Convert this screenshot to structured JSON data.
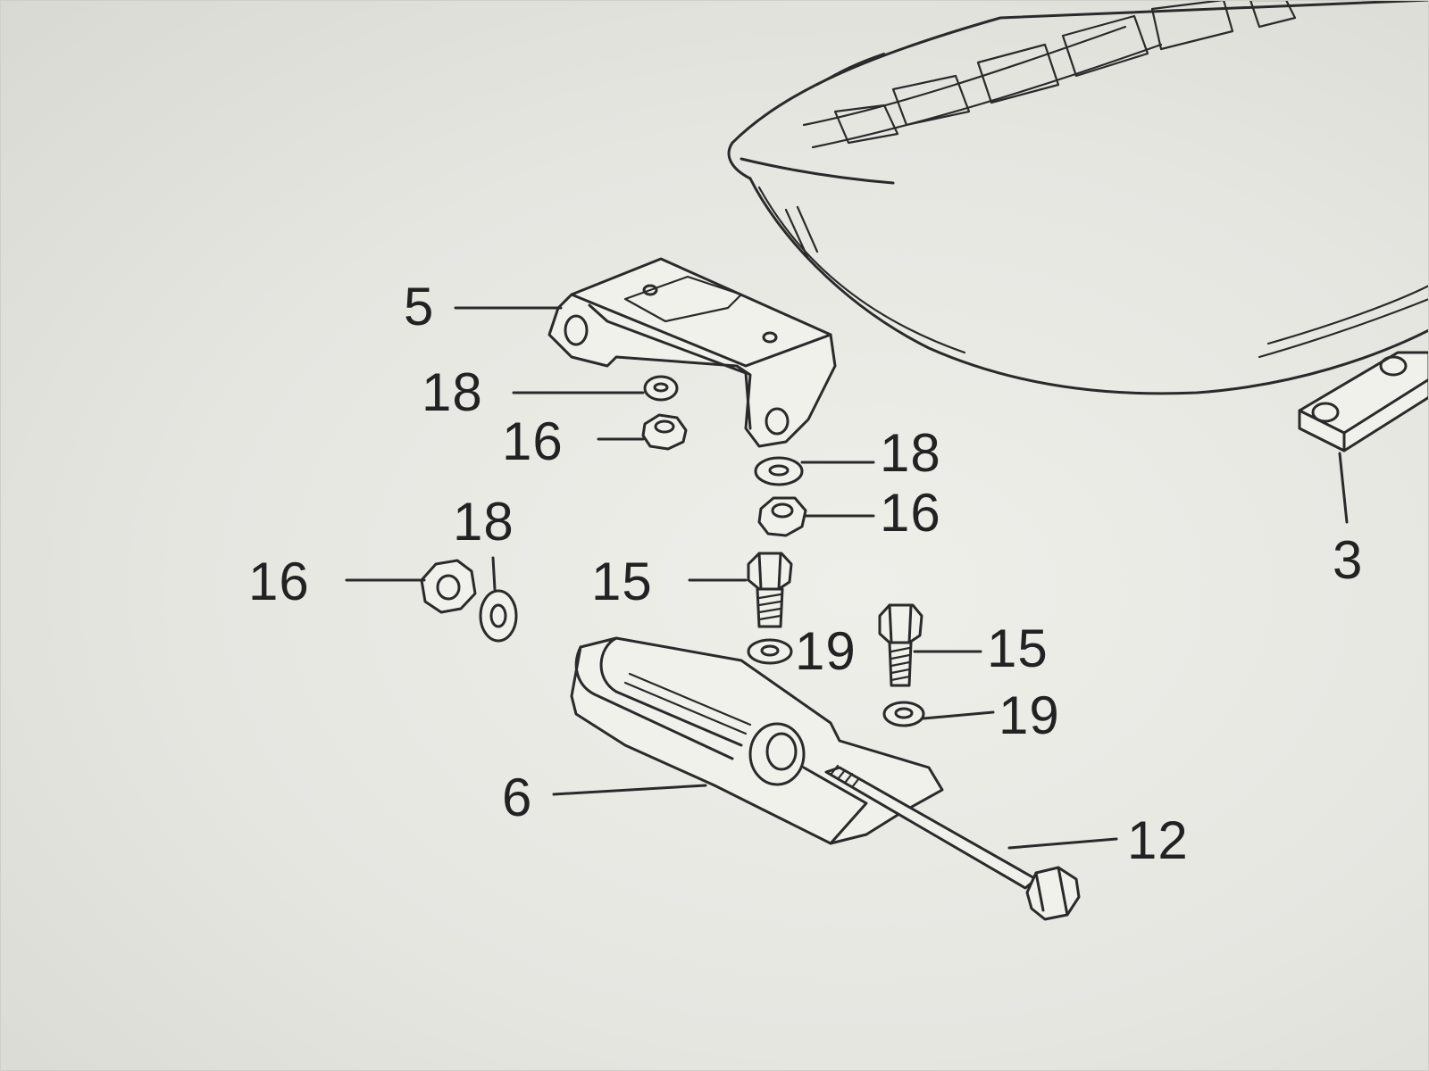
{
  "diagram": {
    "callouts": [
      {
        "id": "c5",
        "label": "5"
      },
      {
        "id": "c18a",
        "label": "18"
      },
      {
        "id": "c16a",
        "label": "16"
      },
      {
        "id": "c18b",
        "label": "18"
      },
      {
        "id": "c16b",
        "label": "16"
      },
      {
        "id": "c18c",
        "label": "18"
      },
      {
        "id": "c16c",
        "label": "16"
      },
      {
        "id": "c15a",
        "label": "15"
      },
      {
        "id": "c19a",
        "label": "19"
      },
      {
        "id": "c15b",
        "label": "15"
      },
      {
        "id": "c19b",
        "label": "19"
      },
      {
        "id": "c6",
        "label": "6"
      },
      {
        "id": "c12",
        "label": "12"
      },
      {
        "id": "c3",
        "label": "3"
      }
    ]
  }
}
